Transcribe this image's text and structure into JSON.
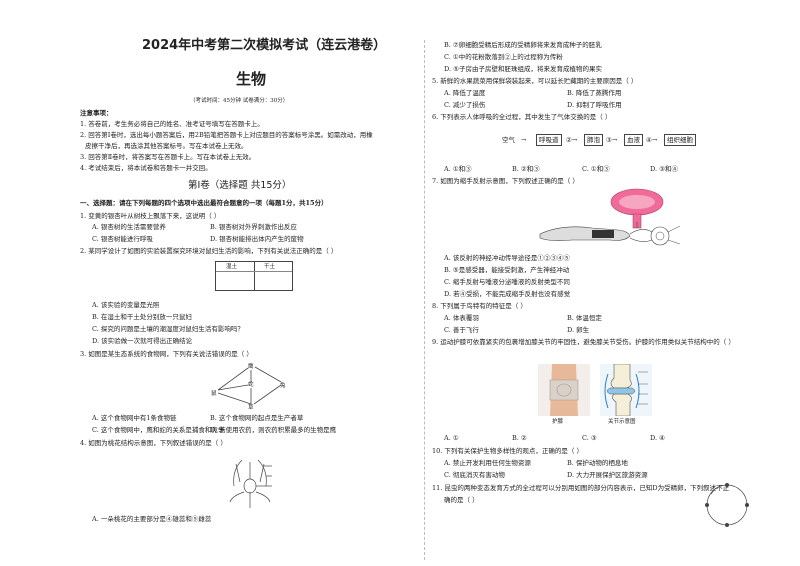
{
  "header": {
    "title": "2024年中考第二次模拟考试（连云港卷）",
    "subject": "生物",
    "time_info": "（考试时间：45分钟  试卷满分：30分）"
  },
  "notes": {
    "heading": "注意事项：",
    "items": [
      "1. 答卷前，考生务必将自己的姓名、准考证号填写在答题卡上。",
      "2. 回答第Ⅰ卷时，选出每小题答案后，用2B铅笔把答题卡上对应题目的答案标号涂黑。如需改动，用橡",
      "皮擦干净后，再选涂其他答案标号。写在本试卷上无效。",
      "3. 回答第Ⅱ卷时，将答案写在答题卡上。写在本试卷上无效。",
      "4. 考试结束后，将本试卷和答题卡一并交回。"
    ]
  },
  "section1": {
    "title": "第Ⅰ卷（选择题   共15分）",
    "instruction": "一、选择题：请在下列每题的四个选项中选出最符合题意的一项（每题1分，共15分）"
  },
  "left_questions": {
    "q1": "1. 变黄的银杏叶从树枝上飘落下来，这说明（     ）",
    "q1a": "A. 银杏树的生活需要营养",
    "q1b": "B. 银杏树对外界刺激作出反应",
    "q1c": "C. 银杏树能进行呼吸",
    "q1d": "D. 银杏树能排出体内产生的废物",
    "q2": "2. 某同学设计了如图的实验装置探究环境对鼠妇生活的影响，下列有关说法正确的是（     ）",
    "q2_fig_l": "湿土",
    "q2_fig_r": "干土",
    "q2a": "A. 该实验的变量是光照",
    "q2b": "B. 在湿土和干土处分别放一只鼠妇",
    "q2c": "C. 探究的问题是土壤的潮湿度对鼠妇生活有影响吗？",
    "q2d": "D. 该实验做一次就可得出正确结论",
    "q3": "3. 如图是某生态系统的食物网，下列有关说法错误的是（     ）",
    "q3_n1": "鹰",
    "q3_n2": "蛇",
    "q3_n3": "鼠",
    "q3_n4": "兔",
    "q3_n5": "草",
    "q3a": "A. 这个食物网中有1条食物链",
    "q3b": "B. 这个食物网的起点是生产者草",
    "q3c": "C. 这个食物网中，鹰和蛇的关系是捕食和竞争",
    "q3d": "D. 若使用农药，则农药积累最多的生物是鹰",
    "q4": "4. 如图为桃花结构示意图，下列叙述错误的是（     ）",
    "q4a": "A. 一朵桃花的主要部分是④雄蕊和⑤雌蕊"
  },
  "right_questions": {
    "q4b": "B. ⑦卵细胞受精后形成的受精卵将来发育成种子的胚乳",
    "q4c": "C. ①中的花粉散落到②上的过程称为传粉",
    "q4d": "D. ⑤子房由子房壁和胚珠组成，将来发育成植物的果实",
    "q5": "5. 新鲜的水果蔬菜用保鲜袋装起来，可以延长贮藏期的主要原因是（     ）",
    "q5a": "A. 降低了温度",
    "q5b": "B. 降低了蒸腾作用",
    "q5c": "C. 减少了损伤",
    "q5d": "D. 抑制了呼吸作用",
    "q6": "6. 下列表示人体呼吸的全过程，其中发生了气体交换的是（     ）",
    "q6_s1": "空气",
    "q6_s2": "呼吸道",
    "q6_s3": "肺泡",
    "q6_s4": "血液",
    "q6_s5": "组织细胞",
    "q6a": "A. ①和③",
    "q6b": "B. ②和③",
    "q6c": "C. ①和③",
    "q6d": "D. ③和④",
    "q7": "7. 如图为缩手反射示意图，下列叙述正确的是（     ）",
    "q7a": "A. 该反射的神经冲动传导途径是①②③④⑤",
    "q7b": "B. ⑤是感受器，能接受刺激，产生神经冲动",
    "q7c": "C. 缩手反射与唾液分泌唾液的反射类型不同",
    "q7d": "D. 若④受损，不能完成缩手反射也没有感觉",
    "q8": "8. 下列属于鸟特有的特征是（     ）",
    "q8a": "A. 体表覆羽",
    "q8b": "B. 体温恒定",
    "q8c": "C. 善于飞行",
    "q8d": "D. 卵生",
    "q9": "9. 运动护膝可依靠紧实的包裹增加膝关节的牢固性，避免膝关节受伤。护膝的作用类似关节结构中的（     ）",
    "q9_cap1": "护膝",
    "q9_cap2": "关节示意图",
    "q9a": "A. ①",
    "q9b": "B. ②",
    "q9c": "C. ③",
    "q9d": "D. ④",
    "q10": "10. 下列有关保护生物多样性的观点，正确的是（     ）",
    "q10a": "A. 禁止开发利用任何生物资源",
    "q10b": "B. 保护动物的栖息地",
    "q10c": "C. 彻底消灭有害动物",
    "q10d": "D. 大力开展保护区旅游资源",
    "q11": "11. 昆虫的两种变态发育方式的全过程可以分别用如图的部分内容表示，已知D为受精卵，下列叙述不正",
    "q11b": "确的是（     ）"
  },
  "colors": {
    "brain": "#f06a9a",
    "knee": "#e8b89a",
    "joint": "#8fc6e8"
  }
}
